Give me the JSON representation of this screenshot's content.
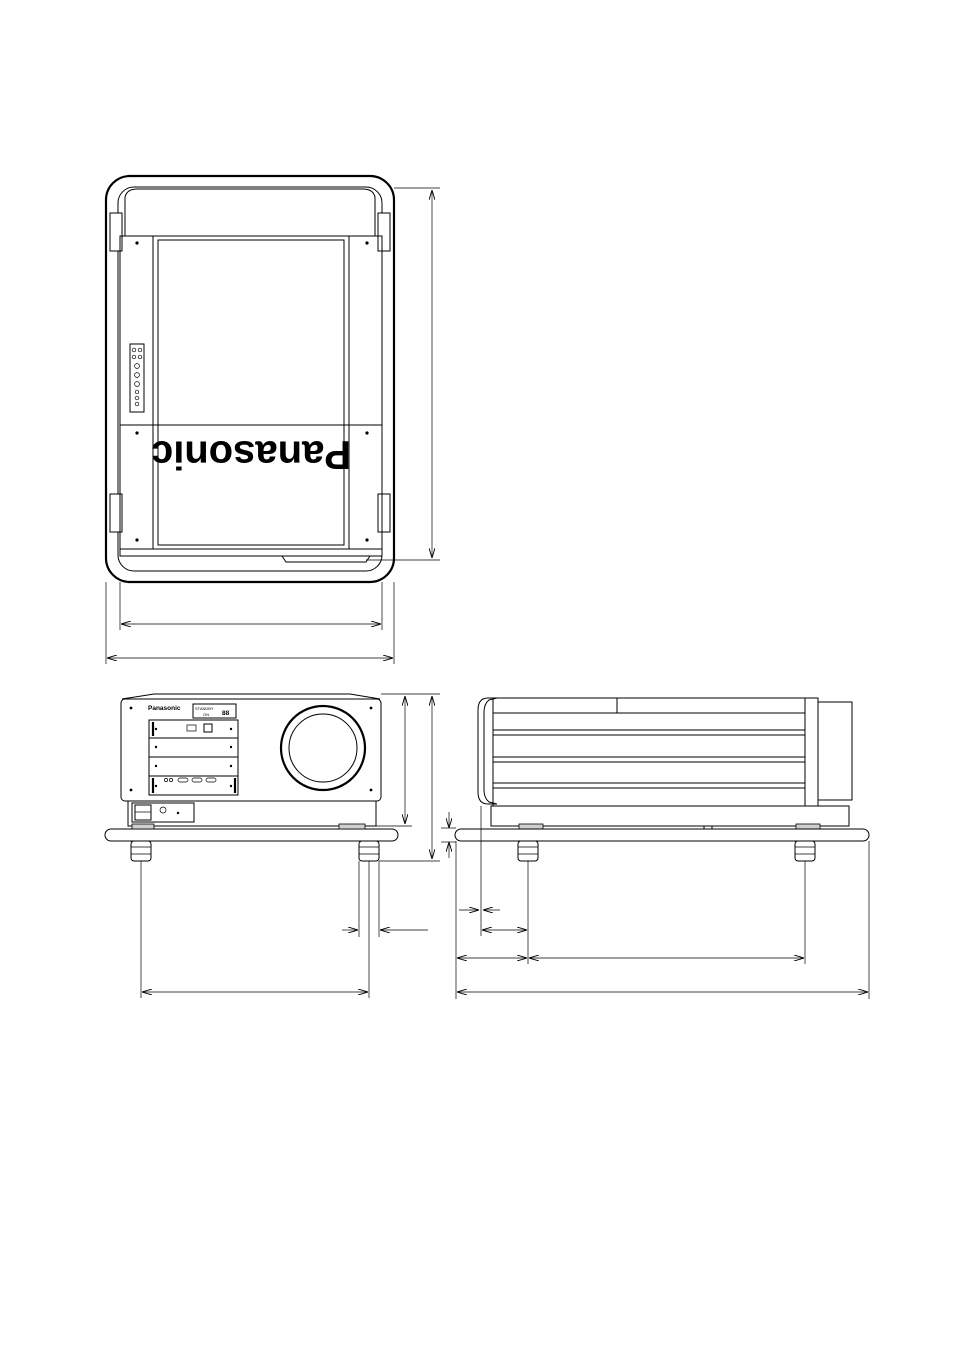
{
  "brand": {
    "top_view_logo": "Panasonic",
    "front_view_logo": "Panasonic"
  },
  "front_panel": {
    "indicator_top": "STANDBY",
    "indicator_bottom": "ON",
    "display": "88"
  },
  "colors": {
    "line": "#000000",
    "background": "#ffffff"
  }
}
